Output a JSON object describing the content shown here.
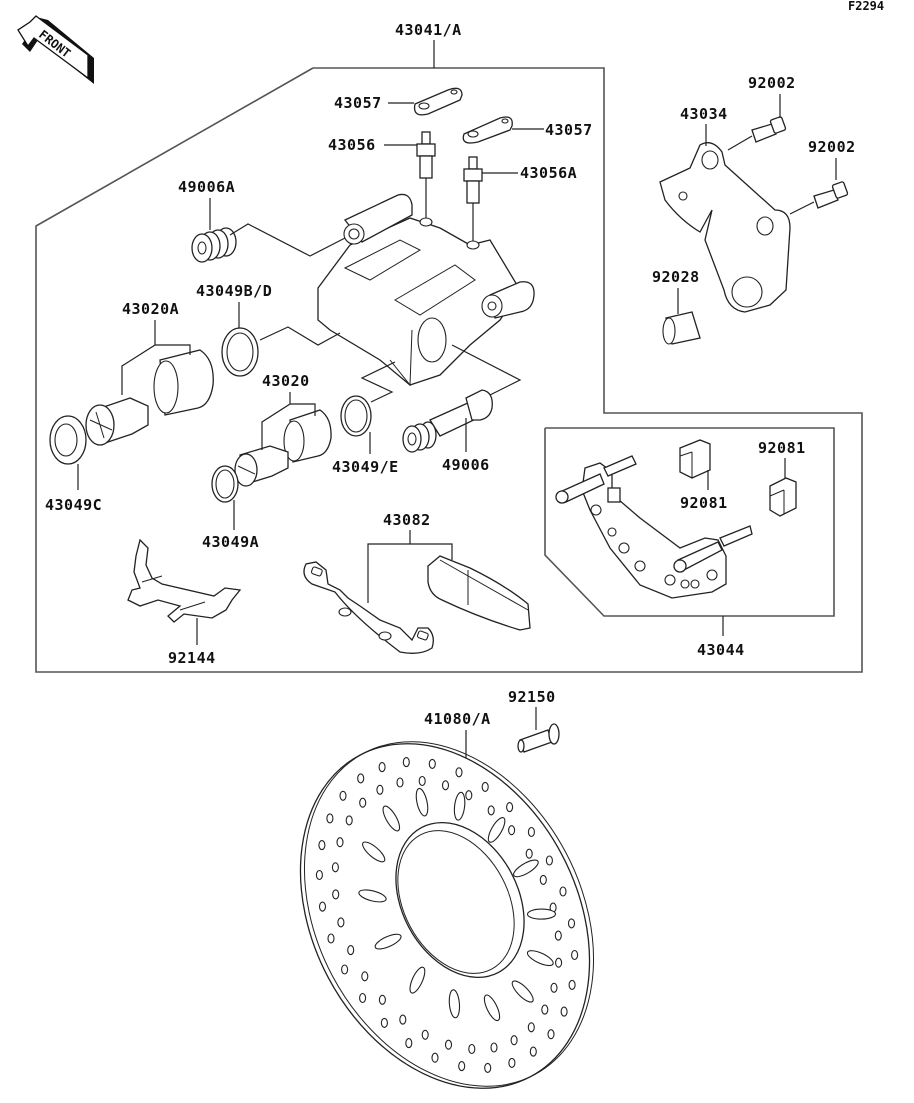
{
  "diagram": {
    "figure_code": "F2294",
    "direction_indicator": "FRONT",
    "assembly_labels": {
      "caliper_assembly": "43041/A",
      "bracket_assembly": "43044",
      "pad_set": "43082",
      "disc": "41080/A"
    },
    "part_labels": {
      "pad_43057_a": "43057",
      "pad_43057_b": "43057",
      "bleeder_43056": "43056",
      "bleeder_43056a": "43056A",
      "boot_49006a": "49006A",
      "seal_43049bd": "43049B/D",
      "piston_43020a": "43020A",
      "piston_43020": "43020",
      "seal_43049e": "43049/E",
      "pin_49006": "49006",
      "seal_43049c": "43049C",
      "seal_43049a": "43049A",
      "spring_92144": "92144",
      "bracket_43034": "43034",
      "bolt_92002_a": "92002",
      "bolt_92002_b": "92002",
      "collar_92028": "92028",
      "clip_92081_a": "92081",
      "clip_92081_b": "92081",
      "bolt_92150": "92150"
    }
  }
}
